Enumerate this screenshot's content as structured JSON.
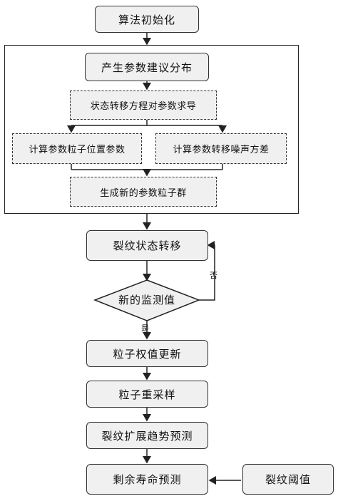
{
  "nodes": {
    "init": "算法初始化",
    "param_dist": "产生参数建议分布",
    "state_deriv": "状态转移方程对参数求导",
    "particle_pos": "计算参数粒子位置参数",
    "noise_var": "计算参数转移噪声方差",
    "new_group": "生成新的参数粒子群",
    "crack_transfer": "裂纹状态转移",
    "new_monitor": "新的监测值",
    "weight_update": "粒子权值更新",
    "resample": "粒子重采样",
    "trend_predict": "裂纹扩展趋势预测",
    "life_predict": "剩余寿命预测",
    "threshold": "裂纹阈值"
  },
  "edges": {
    "no_label": "否",
    "yes_label": "是"
  }
}
